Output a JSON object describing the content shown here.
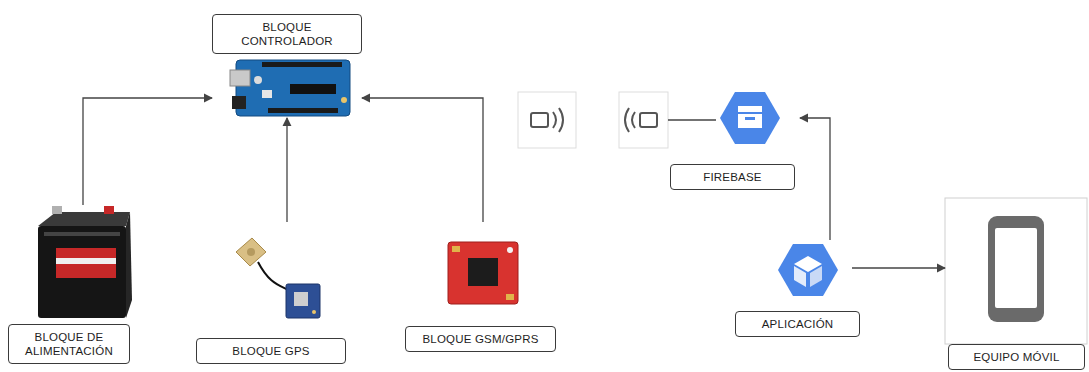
{
  "diagram": {
    "nodes": [
      {
        "text": [
          "BLOQUE CONTROLADOR"
        ]
      },
      {
        "text": [
          "BLOQUE DE ALIMENTACIÓN"
        ]
      },
      {
        "text": [
          "BLOQUE GPS"
        ]
      },
      {
        "text": [
          "BLOQUE GSM/GPRS"
        ]
      },
      {
        "text": [
          "FIREBASE"
        ]
      },
      {
        "text": [
          "APLICACIÓN"
        ]
      },
      {
        "text": [
          "EQUIPO MÓVIL"
        ]
      }
    ],
    "edges": [
      {
        "from": 1,
        "to": 0,
        "arrow": "to"
      },
      {
        "from": 2,
        "to": 0,
        "arrow": "to"
      },
      {
        "from": 3,
        "to": 0,
        "arrow": "to"
      },
      {
        "from": 5,
        "to": 4,
        "arrow": "to"
      },
      {
        "from": 5,
        "to": 6,
        "arrow": "to"
      }
    ]
  }
}
